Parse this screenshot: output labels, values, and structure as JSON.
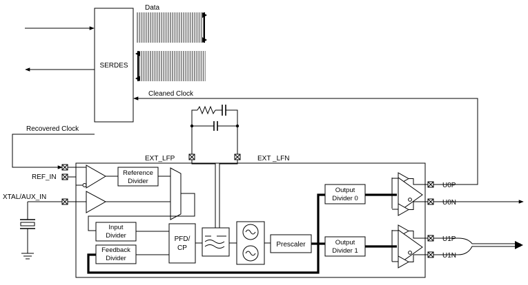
{
  "labels": {
    "data": "Data",
    "serdes": "SERDES",
    "cleaned_clock": "Cleaned Clock",
    "recovered_clock": "Recovered Clock",
    "ext_lfp": "EXT_LFP",
    "ext_lfn": "EXT _LFN",
    "ref_in": "REF_IN",
    "xtal_aux_in": "XTAL/AUX_IN",
    "reference_divider_line1": "Reference",
    "reference_divider_line2": "Divider",
    "input_divider_line1": "Input",
    "input_divider_line2": "Divider",
    "feedback_divider_line1": "Feedback",
    "feedback_divider_line2": "Divider",
    "pfd_cp_line1": "PFD/",
    "pfd_cp_line2": "CP",
    "prescaler": "Prescaler",
    "output_divider0_line1": "Output",
    "output_divider0_line2": "Divider 0",
    "output_divider1_line1": "Output",
    "output_divider1_line2": "Divider 1",
    "u0p": "U0P",
    "u0n": "U0N",
    "u1p": "U1P",
    "u1n": "U1N"
  }
}
